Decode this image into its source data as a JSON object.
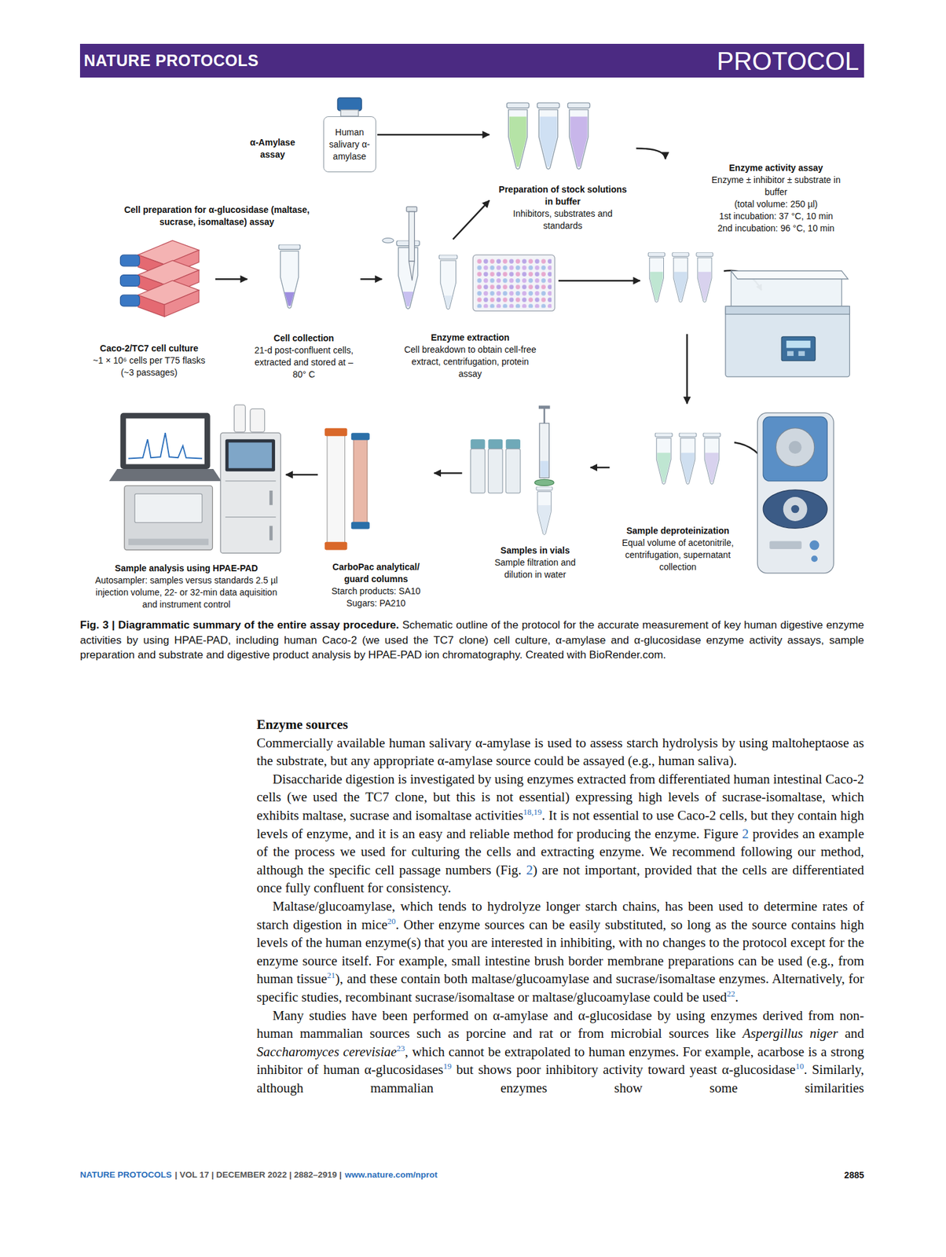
{
  "diagram": {
    "title": "Fig. 3 | Diagrammatic summary of the entire assay procedure.",
    "caption": "Schematic outline of the protocol for the accurate measurement of key human digestive enzyme activities by using HPAE-PAD, including human Caco-2 (we used the TC7 clone) cell culture, α-amylase and α-glucosidase enzyme activity assays, sample preparation and substrate and digestive product analysis by HPAE-PAD ion chromatography. Created with BioRender.com.",
    "nodes": [
      {
        "text": [
          "Human salivary α-amylase"
        ]
      },
      {
        "text": [
          "Preparation of stock solutions in buffer",
          "Inhibitors, substrates and standards"
        ]
      },
      {
        "text": [
          "Enzyme activity assay",
          "Enzyme ± inhibitor ± substrate in buffer",
          "(total volume: 250 µl)",
          "1st incubation: 37 °C, 10 min",
          "2nd incubation: 96 °C, 10 min"
        ]
      },
      {
        "text": [
          "Caco-2/TC7 cell culture",
          "~1 × 10⁶ cells per T75 flasks",
          "(~3 passages)"
        ]
      },
      {
        "text": [
          "Cell collection",
          "21-d post-confluent cells, extracted and stored at –80° C"
        ]
      },
      {
        "text": [
          "Enzyme extraction",
          "Cell breakdown to obtain cell-free extract, centrifugation, protein assay"
        ]
      },
      {
        "text": [
          "Sample deproteinization",
          "Equal volume of acetonitrile, centrifugation, supernatant collection"
        ]
      },
      {
        "text": [
          "Samples in vials",
          "Sample filtration and dilution in water"
        ]
      },
      {
        "text": [
          "CarboPac analytical/ guard columns",
          "Starch products: SA10",
          "Sugars: PA210"
        ]
      },
      {
        "text": [
          "Sample analysis using HPAE-PAD",
          "Autosampler: samples versus standards 2.5 µl injection volume, 22- or 32-min data aquisition and instrument control"
        ]
      }
    ],
    "edges": [
      {
        "from": 0,
        "to": 1,
        "arrow": "to"
      },
      {
        "from": 5,
        "to": 1,
        "arrow": "to"
      },
      {
        "from": 1,
        "to": 2,
        "arrow": "to"
      },
      {
        "from": 3,
        "to": 4,
        "arrow": "to"
      },
      {
        "from": 4,
        "to": 5,
        "arrow": "to"
      },
      {
        "from": 5,
        "to": 2,
        "arrow": "to"
      },
      {
        "from": 2,
        "to": 6,
        "arrow": "to"
      },
      {
        "from": 6,
        "to": 7,
        "arrow": "to"
      },
      {
        "from": 7,
        "to": 8,
        "arrow": "to"
      },
      {
        "from": 8,
        "to": 9,
        "arrow": "to"
      }
    ],
    "labels": [
      "NATURE PROTOCOLS",
      "PROTOCOL",
      "α-Amylase assay",
      "Cell preparation for α-glucosidase (maltase, sucrase, isomaltase) assay",
      "Enzyme sources",
      "Commercially available human salivary α-amylase is used to assess starch hydrolysis by using maltoheptaose as the substrate, but any appropriate α-amylase source could be assayed (e.g., human saliva).",
      "Disaccharide digestion is investigated by using enzymes extracted from differentiated human intestinal Caco-2 cells (we used the TC7 clone, but this is not essential) expressing high levels of sucrase-isomaltase, which exhibits maltase, sucrase and isomaltase activities",
      "18,19",
      ". It is not essential to use Caco-2 cells, but they contain high levels of enzyme, and it is an easy and reliable method for producing the enzyme. Figure ",
      "2",
      " provides an example of the process we used for culturing the cells and extracting enzyme. We recommend following our method, although the specific cell passage numbers (Fig. ",
      "2",
      ") are not important, provided that the cells are differentiated once fully confluent for consistency.",
      "Maltase/glucoamylase, which tends to hydrolyze longer starch chains, has been used to determine rates of starch digestion in mice",
      "20",
      ". Other enzyme sources can be easily substituted, so long as the source contains high levels of the human enzyme(s) that you are interested in inhibiting, with no changes to the protocol except for the enzyme source itself. For example, small intestine brush border membrane preparations can be used (e.g., from human tissue",
      "21",
      "), and these contain both maltase/glucoamylase and sucrase/isomaltase enzymes. Alternatively, for specific studies, recombinant sucrase/isomaltase or maltase/glucoamylase could be used",
      "22",
      ".",
      "Many studies have been performed on α-amylase and α-glucosidase by using enzymes derived from non-human mammalian sources such as porcine and rat or from microbial sources like ",
      "Aspergillus niger",
      " and ",
      "Saccharomyces cerevisiae",
      "23",
      ", which cannot be extrapolated to human enzymes. For example, acarbose is a strong inhibitor of human α-glucosidases",
      "19",
      " but shows poor inhibitory activity toward yeast α-glucosidase",
      "10",
      ". Similarly, although mammalian enzymes show some similarities",
      "NATURE PROTOCOLS",
      "| VOL 17 | DECEMBER 2022 | 2882–2919 |",
      "www.nature.com/nprot",
      "2885"
    ]
  }
}
